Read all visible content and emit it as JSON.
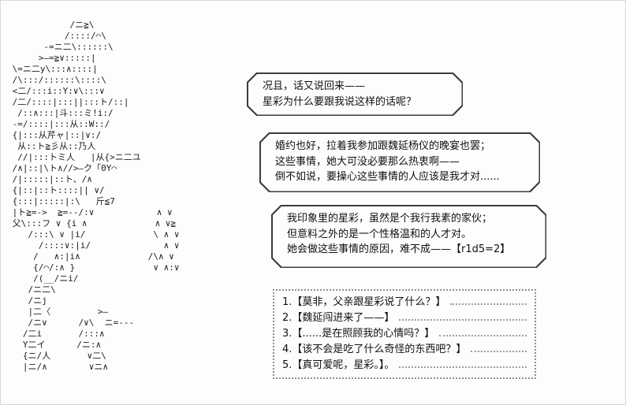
{
  "colors": {
    "ink": "#101010",
    "bubble_border": "#3c3c3c",
    "background": "#fdfdfd",
    "dots": "#9d9d9d"
  },
  "ascii_art": {
    "lines": [
      "            /ニ≧\\",
      "           /::::/⌒\\",
      "       -=ニ二\\::::::\\",
      "      >―=≧∨:::::|",
      " \\=ニ二y\\:::∧::::|",
      " /\\:::/::::::\\::::\\",
      " <二/:::i::Y:∨\\:::∨",
      " /二/::::|:::||:::ト/::|",
      "  /::∧:::|斗:::ミ!i:/",
      " -=/::::|:::从::W::/",
      " {|:::从芹ャ|::|∨:/",
      "  从::ト≧彡从::乃人",
      "  //|:::トミ人   |从{>ニ二ユ",
      " /∧|::|\\ト∧//>―ク「0Y⌒",
      " /|:::::|::ト、/∧",
      " {|::|::ト::::|| ∨/",
      " {:::|:::::|:\\   斤≦7",
      " |ト≧=->  ≧=--/:∨            ∧ ∨",
      " 父\\:::フ ∨ {i ∧             ∧ ∨≧",
      "    /:::\\ ∨ |i/             \\ ∧ ∨",
      "      /::::∨:|i/              ∧ ∨",
      "     /   ∧:|i∧             /\\∧ ∨",
      "     {/⌒/:∧ }               ∨ ∧:∨",
      "     /(__/ニi/",
      "    /ニ二\\",
      "    /ニj",
      "    |二〈         >―",
      "    /ニ∨      /∨\\  ニ=---",
      "   /二i       /:::∧",
      "   Y二イ      /ニ:∧",
      "   {ニ/人       ∨二\\",
      "   |ニ/∧        ∨ニ∧"
    ]
  },
  "bubbles": [
    {
      "lines": [
        "况且，话又说回来——",
        "星彩为什么要跟我说这样的话呢？"
      ]
    },
    {
      "lines": [
        "婚约也好，拉着我参加跟魏延杨仪的晚宴也罢；",
        "这些事情，她大可没必要那么热衷啊——",
        "倒不如说，要操心这些事情的人应该是我才对......"
      ]
    },
    {
      "lines": [
        "我印象里的星彩，虽然是个我行我素的家伙；",
        "但意料之外的是一个性格温和的人才对。",
        "她会做这些事情的原因，难不成——【r1d5=2】"
      ]
    }
  ],
  "choices": {
    "items": [
      "1.【莫非，父亲跟星彩说了什么？】",
      "2.【魏延闯进来了——】",
      "3.【......是在照顾我的心情吗？】",
      "4.【该不会是吃了什么奇怪的东西吧？】",
      "5.【真可爱呢，星彩。】。"
    ]
  }
}
